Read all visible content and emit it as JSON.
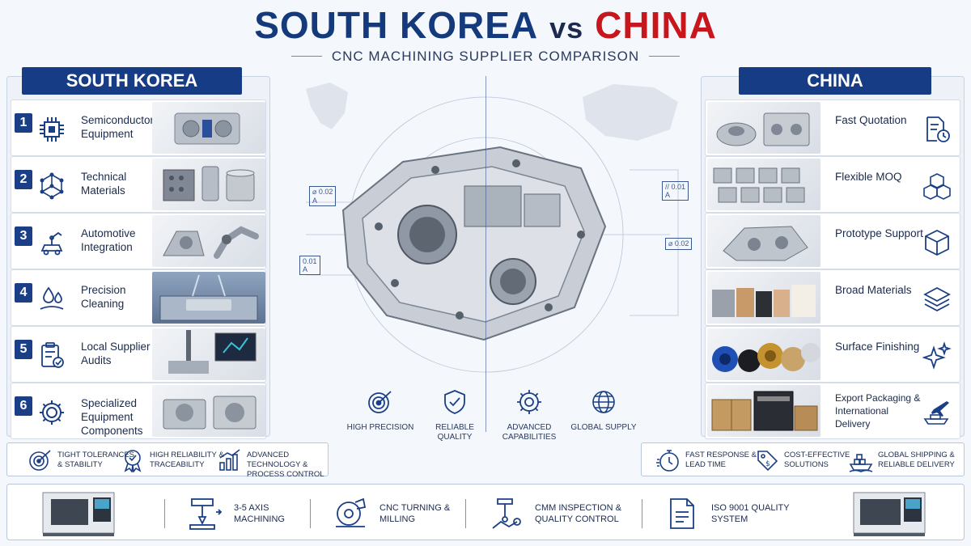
{
  "header": {
    "title_left": "SOUTH KOREA",
    "title_vs": "vs",
    "title_right": "CHINA",
    "subtitle": "CNC MACHINING SUPPLIER COMPARISON"
  },
  "left_panel": {
    "heading": "SOUTH KOREA",
    "items": [
      {
        "num": "1",
        "label": "Semiconductor Equipment",
        "icon": "chip-icon"
      },
      {
        "num": "2",
        "label": "Technical Materials",
        "icon": "molecule-icon"
      },
      {
        "num": "3",
        "label": "Automotive Integration",
        "icon": "robot-car-icon"
      },
      {
        "num": "4",
        "label": "Precision Cleaning",
        "icon": "droplets-icon"
      },
      {
        "num": "5",
        "label": "Local Supplier Audits",
        "icon": "clipboard-check-icon"
      },
      {
        "num": "6",
        "label": "Specialized Equipment Components",
        "icon": "gear-icon"
      }
    ]
  },
  "right_panel": {
    "heading": "CHINA",
    "items": [
      {
        "label": "Fast Quotation",
        "icon": "document-clock-icon"
      },
      {
        "label": "Flexible MOQ",
        "icon": "cubes-icon"
      },
      {
        "label": "Prototype Support",
        "icon": "cube-icon"
      },
      {
        "label": "Broad Materials",
        "icon": "layers-icon"
      },
      {
        "label": "Surface Finishing",
        "icon": "sparkle-icon"
      },
      {
        "label": "Export Packaging & International Delivery",
        "icon": "plane-ship-icon"
      }
    ]
  },
  "center": {
    "annotations": [
      "⌀ 0.02",
      "A",
      "// 0.01",
      "A",
      "0.01",
      "A",
      "⌀ 0.02"
    ],
    "badges": [
      {
        "label": "HIGH PRECISION",
        "icon": "target-icon"
      },
      {
        "label": "RELIABLE QUALITY",
        "icon": "shield-check-icon"
      },
      {
        "label": "ADVANCED CAPABILITIES",
        "icon": "gear-icon"
      },
      {
        "label": "GLOBAL SUPPLY",
        "icon": "globe-icon"
      }
    ]
  },
  "left_strip": [
    {
      "label": "TIGHT TOLERANCES & STABILITY",
      "icon": "target-icon"
    },
    {
      "label": "HIGH RELIABILITY & TRACEABILITY",
      "icon": "ribbon-check-icon"
    },
    {
      "label": "ADVANCED TECHNOLOGY & PROCESS CONTROL",
      "icon": "bar-chart-icon"
    }
  ],
  "right_strip": [
    {
      "label": "FAST RESPONSE & LEAD TIME",
      "icon": "stopwatch-icon"
    },
    {
      "label": "COST-EFFECTIVE SOLUTIONS",
      "icon": "price-tag-icon"
    },
    {
      "label": "GLOBAL SHIPPING & RELIABLE DELIVERY",
      "icon": "cargo-ship-icon"
    }
  ],
  "bottom_bar": [
    {
      "label": "3-5 AXIS MACHINING",
      "icon": "axis-machine-icon"
    },
    {
      "label": "CNC TURNING & MILLING",
      "icon": "lathe-icon"
    },
    {
      "label": "CMM INSPECTION & QUALITY CONTROL",
      "icon": "cmm-probe-icon"
    },
    {
      "label": "ISO 9001 QUALITY SYSTEM",
      "icon": "certificate-icon"
    }
  ],
  "colors": {
    "korea_blue": "#153c84",
    "china_red": "#c8161d",
    "navy_text": "#1b2a4a"
  }
}
